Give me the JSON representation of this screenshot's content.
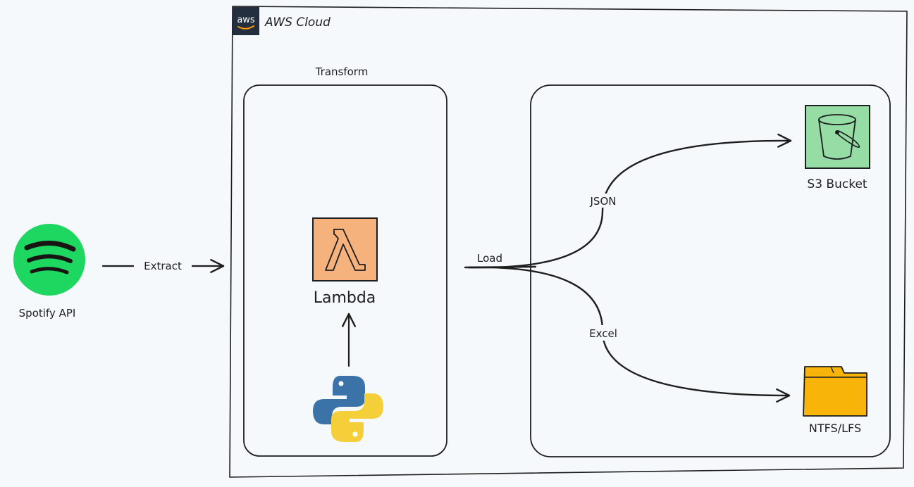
{
  "cloud": {
    "title": "AWS Cloud",
    "badge": "aws"
  },
  "source": {
    "label": "Spotify API"
  },
  "edges": {
    "extract": "Extract",
    "load": "Load",
    "json": "JSON",
    "excel": "Excel"
  },
  "transform": {
    "title": "Transform",
    "lambda_label": "Lambda"
  },
  "targets": {
    "s3_label": "S3 Bucket",
    "fs_label": "NTFS/LFS"
  },
  "colors": {
    "spotify": "#1ed760",
    "lambda": "#f6b27d",
    "s3": "#95dca5",
    "folder": "#f8b408",
    "python_blue": "#3b73a8",
    "python_yellow": "#f5cf3a",
    "aws_badge": "#232f3e"
  }
}
